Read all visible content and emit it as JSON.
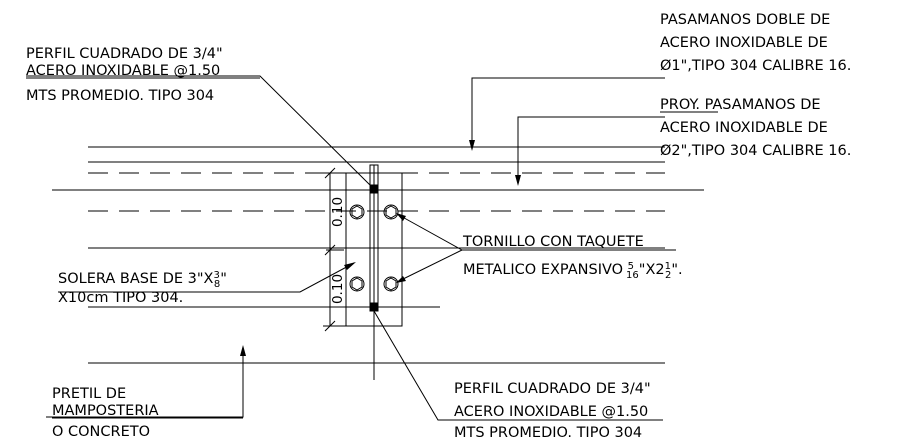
{
  "labels": {
    "perfil_top": {
      "lines": [
        "PERFIL CUADRADO DE 3/4\"",
        "ACERO INOXIDABLE @1.50",
        "MTS PROMEDIO. TIPO 304"
      ]
    },
    "pasamanos_doble": {
      "lines": [
        "PASAMANOS DOBLE DE",
        "ACERO INOXIDABLE DE",
        "Ø1\",TIPO 304 CALIBRE 16."
      ]
    },
    "proy_pasamanos": {
      "lines": [
        "PROY. PASAMANOS DE",
        "ACERO INOXIDABLE DE",
        "Ø2\",TIPO 304 CALIBRE 16."
      ]
    },
    "tornillo": {
      "line1": "TORNILLO CON TAQUETE",
      "line2_prefix": "METALICO EXPANSIVO ",
      "frac_a_num": "5",
      "frac_a_den": "16",
      "mid": "\"X2",
      "frac_b_num": "1",
      "frac_b_den": "2",
      "suffix": "\"."
    },
    "solera": {
      "line1_prefix": "SOLERA BASE DE 3\"X",
      "frac_num": "3",
      "frac_den": "8",
      "line1_suffix": "\"",
      "line2": "X10cm TIPO 304."
    },
    "pretil": {
      "lines": [
        "PRETIL DE",
        "MAMPOSTERIA",
        "O CONCRETO"
      ]
    },
    "perfil_bottom": {
      "lines": [
        "PERFIL CUADRADO DE 3/4\"",
        "ACERO INOXIDABLE @1.50",
        "MTS PROMEDIO. TIPO 304"
      ]
    }
  },
  "dimensions": [
    "0.10",
    "0.10"
  ]
}
